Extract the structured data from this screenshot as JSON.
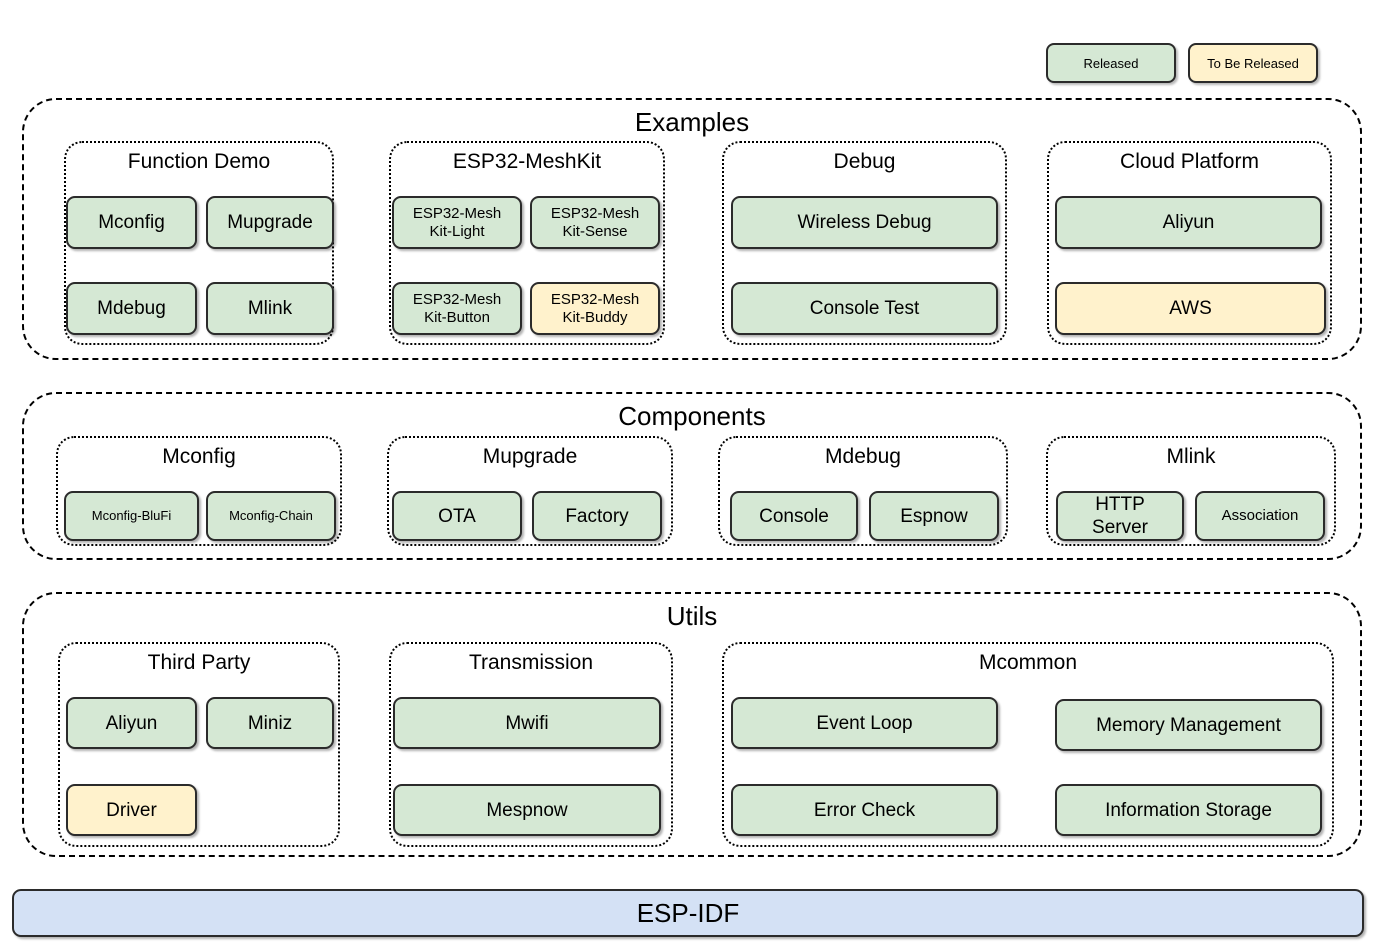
{
  "legend": {
    "released_label": "Released",
    "to_be_released_label": "To Be Released",
    "released_color": "#d5e8d4",
    "to_be_released_color": "#fff2cc"
  },
  "footer": {
    "label": "ESP-IDF",
    "color": "#d4e1f5"
  },
  "sections": [
    {
      "title": "Examples",
      "groups": [
        {
          "title": "Function Demo",
          "items": [
            {
              "label": "Mconfig",
              "status": "released"
            },
            {
              "label": "Mupgrade",
              "status": "released"
            },
            {
              "label": "Mdebug",
              "status": "released"
            },
            {
              "label": "Mlink",
              "status": "released"
            }
          ]
        },
        {
          "title": "ESP32-MeshKit",
          "items": [
            {
              "label": "ESP32-Mesh\nKit-Light",
              "status": "released"
            },
            {
              "label": "ESP32-Mesh\nKit-Sense",
              "status": "released"
            },
            {
              "label": "ESP32-Mesh\nKit-Button",
              "status": "released"
            },
            {
              "label": "ESP32-Mesh\nKit-Buddy",
              "status": "to_be_released"
            }
          ]
        },
        {
          "title": "Debug",
          "items": [
            {
              "label": "Wireless Debug",
              "status": "released"
            },
            {
              "label": "Console Test",
              "status": "released"
            }
          ]
        },
        {
          "title": "Cloud Platform",
          "items": [
            {
              "label": "Aliyun",
              "status": "released"
            },
            {
              "label": "AWS",
              "status": "to_be_released"
            }
          ]
        }
      ]
    },
    {
      "title": "Components",
      "groups": [
        {
          "title": "Mconfig",
          "items": [
            {
              "label": "Mconfig-BluFi",
              "status": "released"
            },
            {
              "label": "Mconfig-Chain",
              "status": "released"
            }
          ]
        },
        {
          "title": "Mupgrade",
          "items": [
            {
              "label": "OTA",
              "status": "released"
            },
            {
              "label": "Factory",
              "status": "released"
            }
          ]
        },
        {
          "title": "Mdebug",
          "items": [
            {
              "label": "Console",
              "status": "released"
            },
            {
              "label": "Espnow",
              "status": "released"
            }
          ]
        },
        {
          "title": "Mlink",
          "items": [
            {
              "label": "HTTP\nServer",
              "status": "released"
            },
            {
              "label": "Association",
              "status": "released"
            }
          ]
        }
      ]
    },
    {
      "title": "Utils",
      "groups": [
        {
          "title": "Third Party",
          "items": [
            {
              "label": "Aliyun",
              "status": "released"
            },
            {
              "label": "Miniz",
              "status": "released"
            },
            {
              "label": "Driver",
              "status": "to_be_released"
            }
          ]
        },
        {
          "title": "Transmission",
          "items": [
            {
              "label": "Mwifi",
              "status": "released"
            },
            {
              "label": "Mespnow",
              "status": "released"
            }
          ]
        },
        {
          "title": "Mcommon",
          "items": [
            {
              "label": "Event Loop",
              "status": "released"
            },
            {
              "label": "Memory Management",
              "status": "released"
            },
            {
              "label": "Error Check",
              "status": "released"
            },
            {
              "label": "Information Storage",
              "status": "released"
            }
          ]
        }
      ]
    }
  ]
}
